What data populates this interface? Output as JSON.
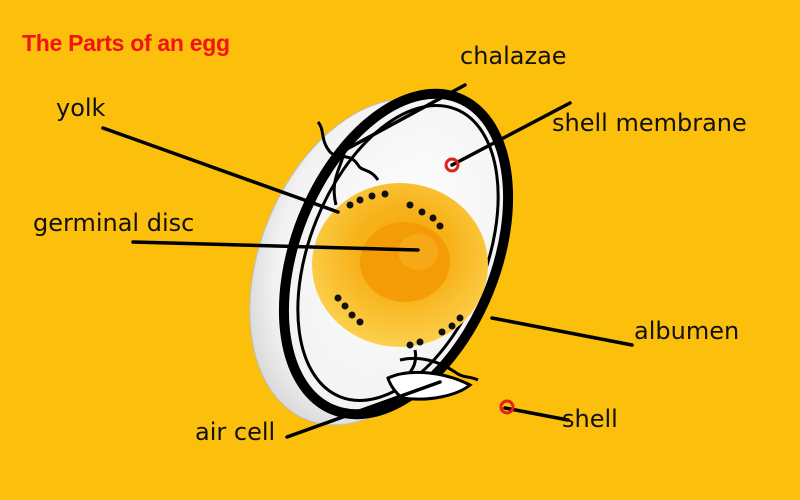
{
  "title": "The Parts of an egg",
  "labels": {
    "chalazae": "chalazae",
    "shell_membrane": "shell membrane",
    "yolk": "yolk",
    "germinal_disc": "germinal disc",
    "albumen": "albumen",
    "shell": "shell",
    "air_cell": "air cell"
  },
  "colors": {
    "background": "#FBBF0C",
    "title": "#F01414",
    "label_text": "#111111",
    "shell_outline": "#000000",
    "marker": "#E0201A",
    "yolk_outer": "#FBC21E",
    "yolk_inner": "#F2A20A",
    "egg_white": "#FFFFFF"
  }
}
